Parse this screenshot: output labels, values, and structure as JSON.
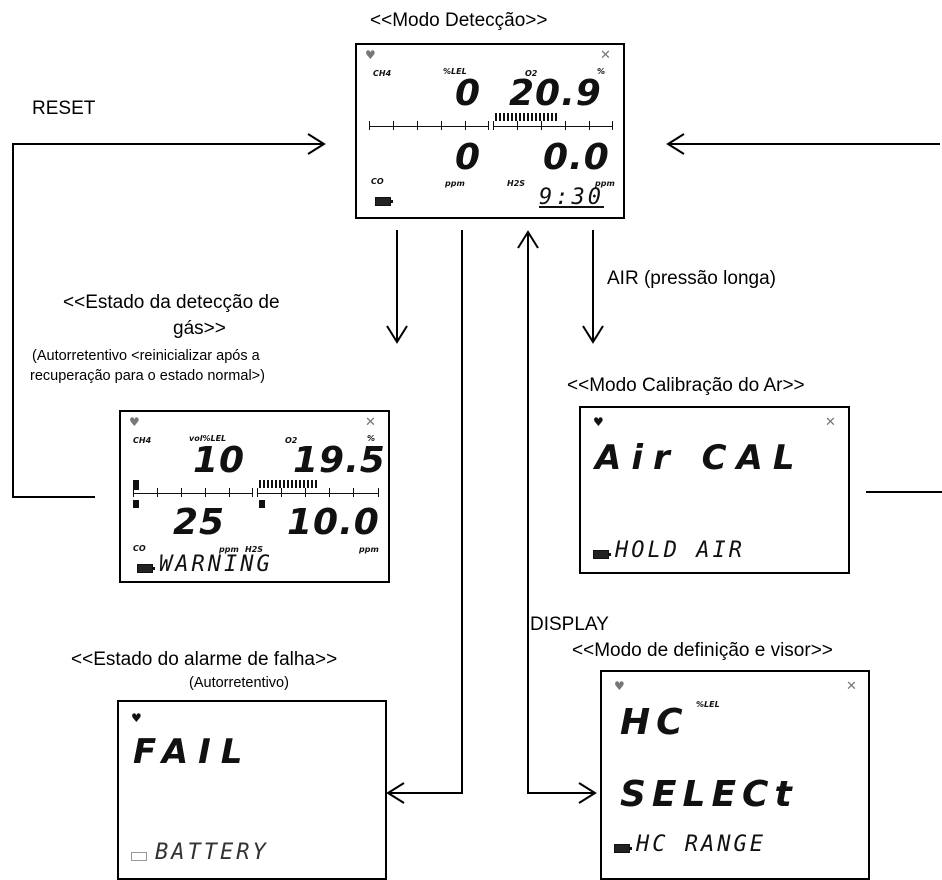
{
  "labels": {
    "detection_mode": "<<Modo Detecção>>",
    "reset": "RESET",
    "gas_state_line1": "<<Estado da detecção de",
    "gas_state_line2": "gás>>",
    "gas_state_note1": "(Autorretentivo <reinicializar após a",
    "gas_state_note2": "recuperação para o estado normal>)",
    "air_long_press": "AIR (pressão longa)",
    "air_cal_mode": "<<Modo Calibração do Ar>>",
    "display": "DISPLAY",
    "fail_state": "<<Estado do alarme de falha>>",
    "fail_note": "(Autorretentivo)",
    "setting_mode": "<<Modo de definição e visor>>"
  },
  "panels": {
    "detection": {
      "ch4": "CH4",
      "lel_unit": "%LEL",
      "ch4_value": "0",
      "o2": "O2",
      "o2_unit": "%",
      "o2_value": "20.9",
      "co": "CO",
      "co_unit": "ppm",
      "co_value": "0",
      "h2s": "H2S",
      "h2s_unit": "ppm",
      "h2s_value": "0.0",
      "time": "9:30"
    },
    "gas": {
      "ch4": "CH4",
      "lel_unit": "vol%LEL",
      "ch4_value": "10",
      "o2": "O2",
      "o2_unit": "%",
      "o2_value": "19.5",
      "co": "CO",
      "co_unit": "ppm",
      "co_value": "25",
      "h2s": "H2S",
      "h2s_unit": "ppm",
      "h2s_value": "10.0",
      "message": "WARNING"
    },
    "aircal": {
      "line1": "Air CAL",
      "line2": "HOLD AIR"
    },
    "fail": {
      "line1": "FAIL",
      "line2": "BATTERY"
    },
    "setting": {
      "unit": "%LEL",
      "line1": "HC",
      "line2": "SELECt",
      "line3": "HC RANGE"
    }
  }
}
